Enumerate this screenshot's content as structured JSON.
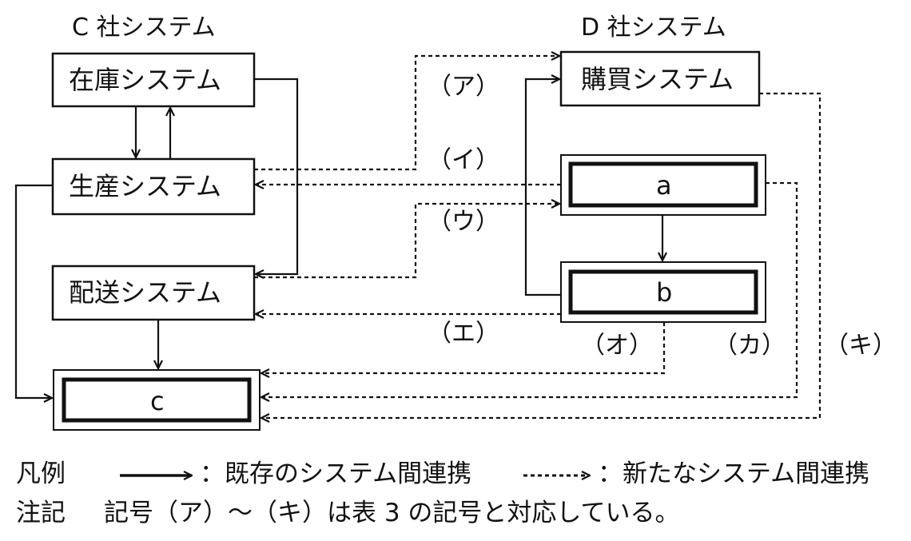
{
  "headings": {
    "company_c": "C 社システム",
    "company_d": "D 社システム"
  },
  "c_systems": {
    "inventory": "在庫システム",
    "production": "生産システム",
    "delivery": "配送システム",
    "box_c": "c"
  },
  "d_systems": {
    "purchasing": "購買システム",
    "box_a": "a",
    "box_b": "b"
  },
  "marks": {
    "a": "（ア）",
    "i": "（イ）",
    "u": "（ウ）",
    "e": "（エ）",
    "o": "（オ）",
    "ka": "（カ）",
    "ki": "（キ）"
  },
  "legend": {
    "title": "凡例",
    "existing": "：既存のシステム間連携",
    "new": "：新たなシステム間連携"
  },
  "note": {
    "title": "注記",
    "text": "記号（ア）～（キ）は表 3 の記号と対応している。"
  }
}
